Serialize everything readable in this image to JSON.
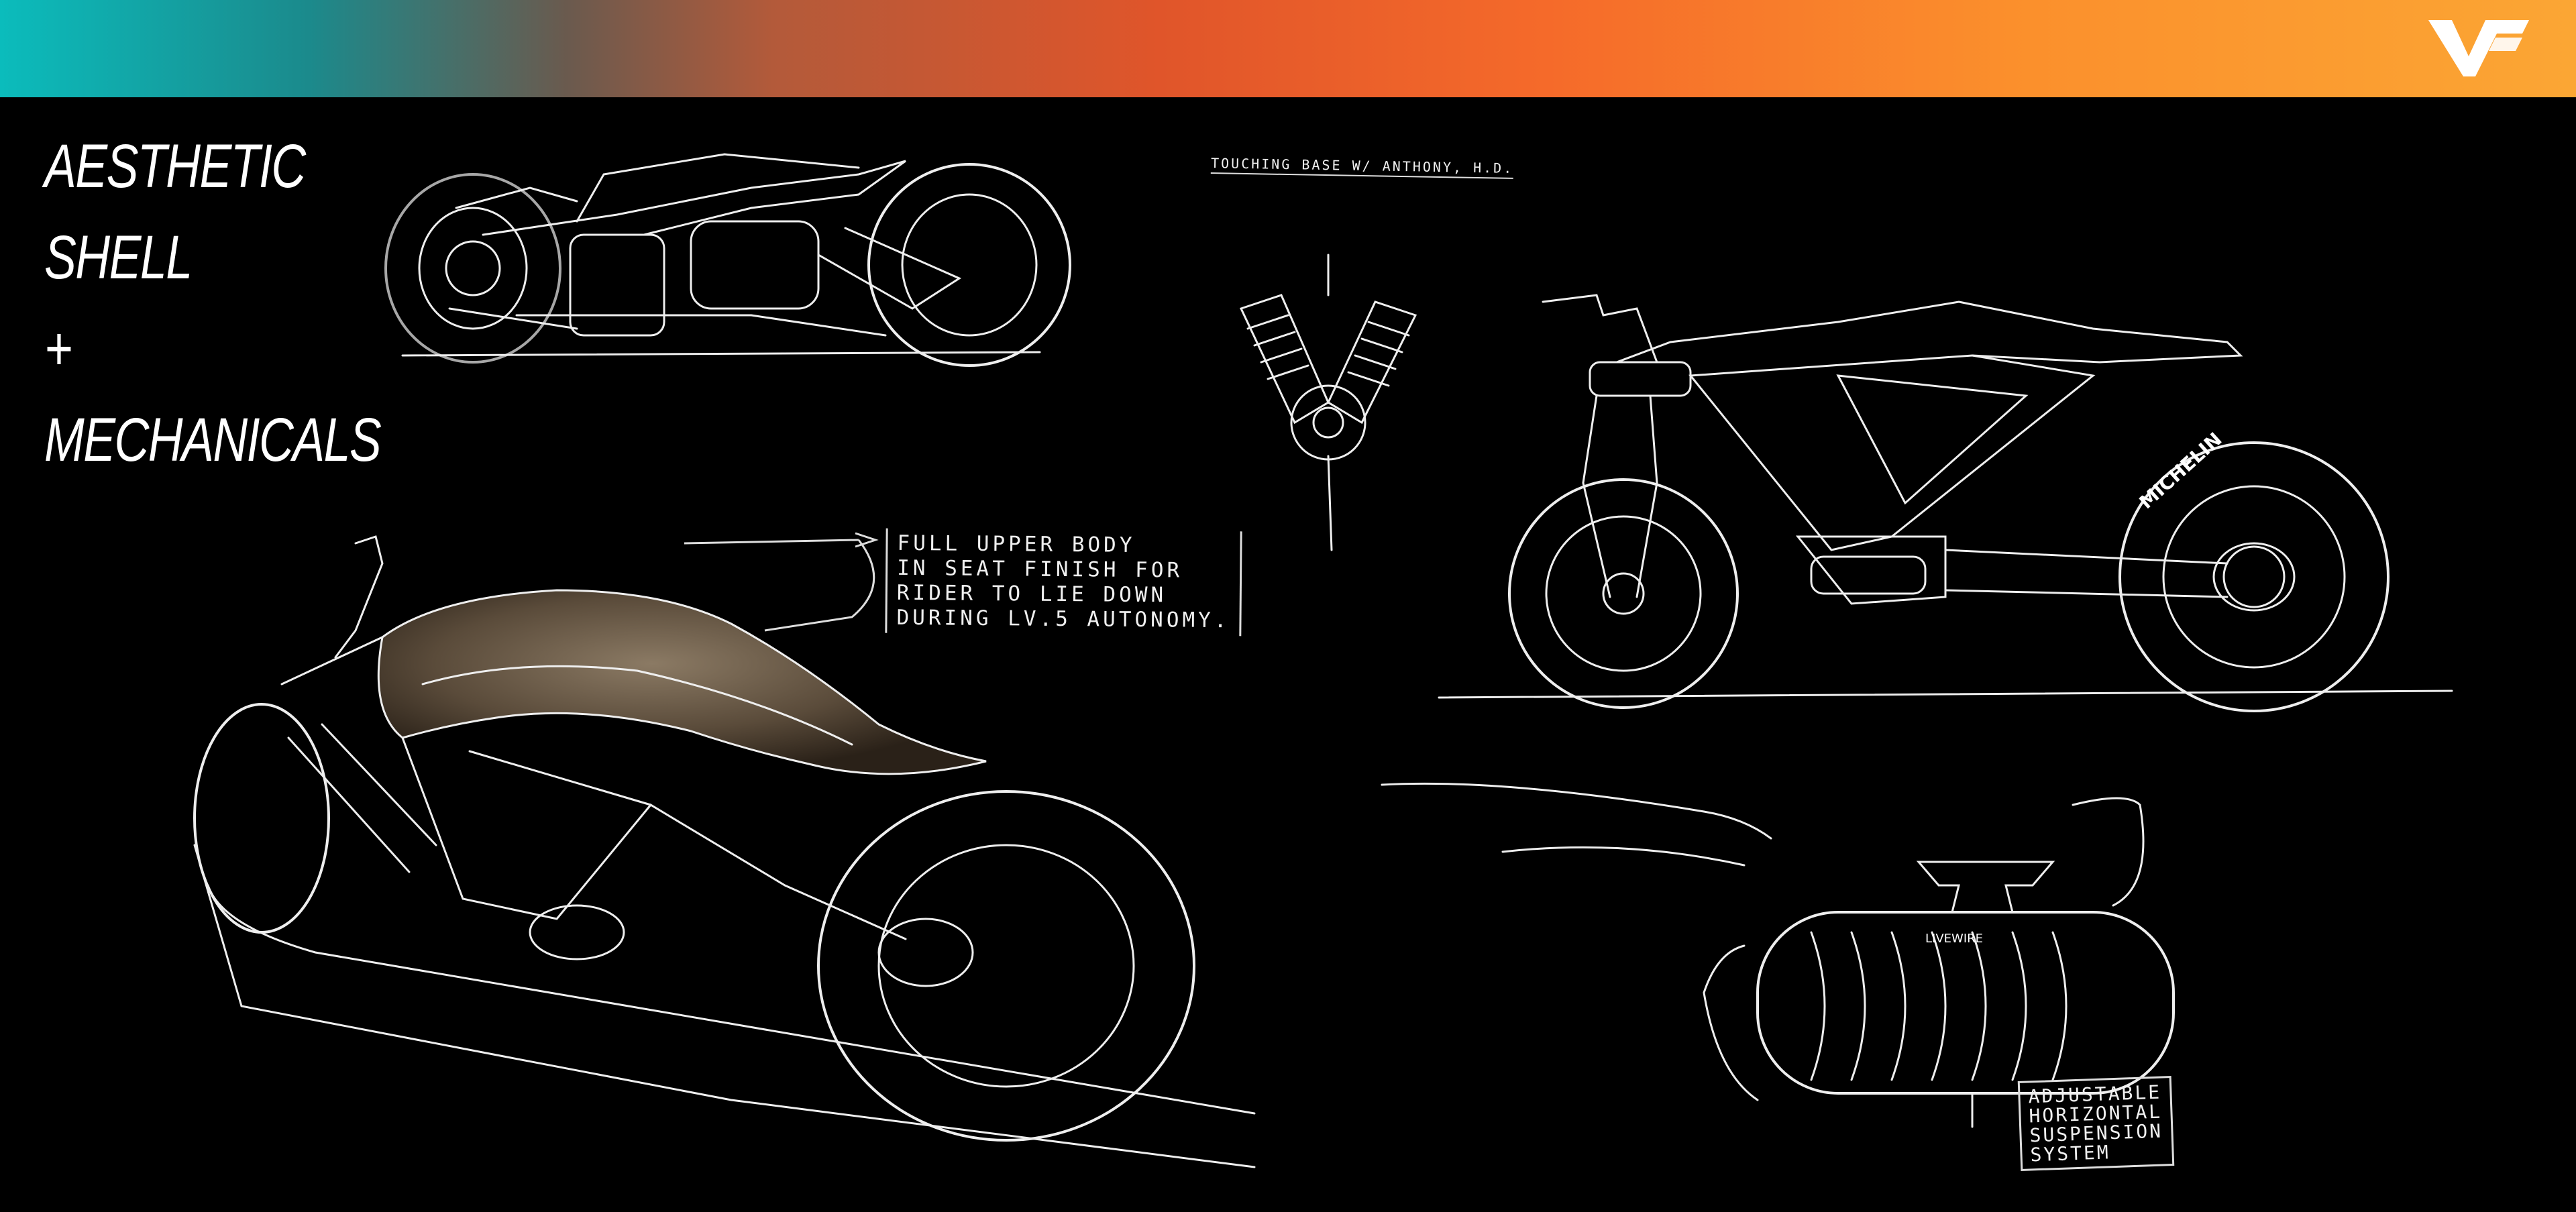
{
  "header": {
    "gradient_colors": [
      "#0bbcbc",
      "#e0552a",
      "#fba634"
    ],
    "logo_icon": "lw-brand-logo-icon"
  },
  "title": {
    "line1": "AESTHETIC",
    "line2": "SHELL",
    "line3": "+",
    "line4": "MECHANICALS"
  },
  "annotations": {
    "touching_base": "TOUCHING BASE W/ ANTHONY, H.D.",
    "seat_line1": "FULL UPPER BODY",
    "seat_line2": "IN SEAT FINISH FOR",
    "seat_line3": "RIDER TO LIE DOWN",
    "seat_line4": "DURING LV.5 AUTONOMY.",
    "suspension_line1": "ADJUSTABLE",
    "suspension_line2": "HORIZONTAL",
    "suspension_line3": "SUSPENSION",
    "suspension_line4": "SYSTEM"
  },
  "tire_brand": "MICHELIN",
  "suspension_brand": "LIVEWIRE",
  "colors": {
    "background": "#000000",
    "sketch_line": "#f2f2f2",
    "seat_tint": "#6e5f4d"
  }
}
